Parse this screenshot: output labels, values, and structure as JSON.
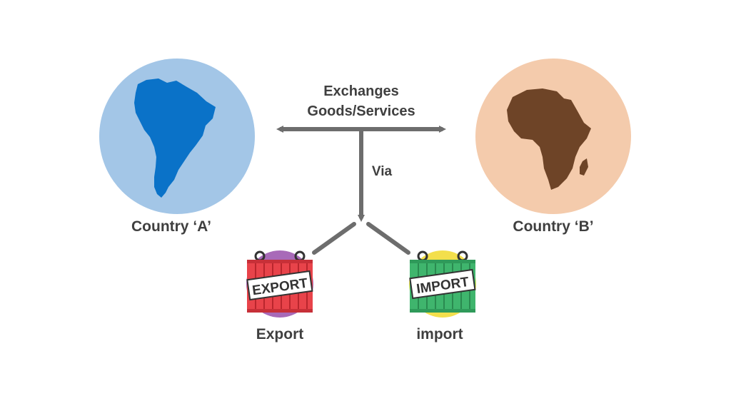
{
  "diagram": {
    "exchange_line1": "Exchanges",
    "exchange_line2": "Goods/Services",
    "via_label": "Via",
    "country_a": {
      "label": "Country ‘A’",
      "circle_color": "#a3c6e7",
      "map_color": "#0a72c8",
      "map_icon": "south-america-map-icon"
    },
    "country_b": {
      "label": "Country ‘B’",
      "circle_color": "#f4cbac",
      "map_color": "#6e4427",
      "map_icon": "africa-map-icon"
    },
    "export": {
      "label": "Export",
      "sign_text": "EXPORT",
      "circle_color": "#a86ab8",
      "container_color": "#e8434a",
      "icon": "export-container-icon"
    },
    "import": {
      "label": "import",
      "sign_text": "IMPORT",
      "circle_color": "#f3df4c",
      "container_color": "#3fb56d",
      "icon": "import-container-icon"
    },
    "arrow_color": "#6d6d6d",
    "text_color": "#3f3f3f"
  }
}
